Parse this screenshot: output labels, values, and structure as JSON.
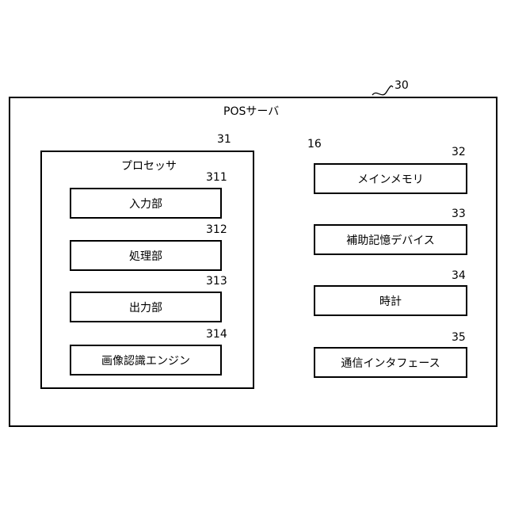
{
  "server": {
    "ref": "30",
    "title": "POSサーバ"
  },
  "processor": {
    "ref": "31",
    "title": "プロセッサ",
    "units": [
      {
        "ref": "311",
        "label": "入力部"
      },
      {
        "ref": "312",
        "label": "処理部"
      },
      {
        "ref": "313",
        "label": "出力部"
      },
      {
        "ref": "314",
        "label": "画像認識エンジン"
      }
    ]
  },
  "bus": {
    "ref": "16"
  },
  "devices": [
    {
      "ref": "32",
      "label": "メインメモリ"
    },
    {
      "ref": "33",
      "label": "補助記憶デバイス"
    },
    {
      "ref": "34",
      "label": "時計"
    },
    {
      "ref": "35",
      "label": "通信インタフェース"
    }
  ]
}
